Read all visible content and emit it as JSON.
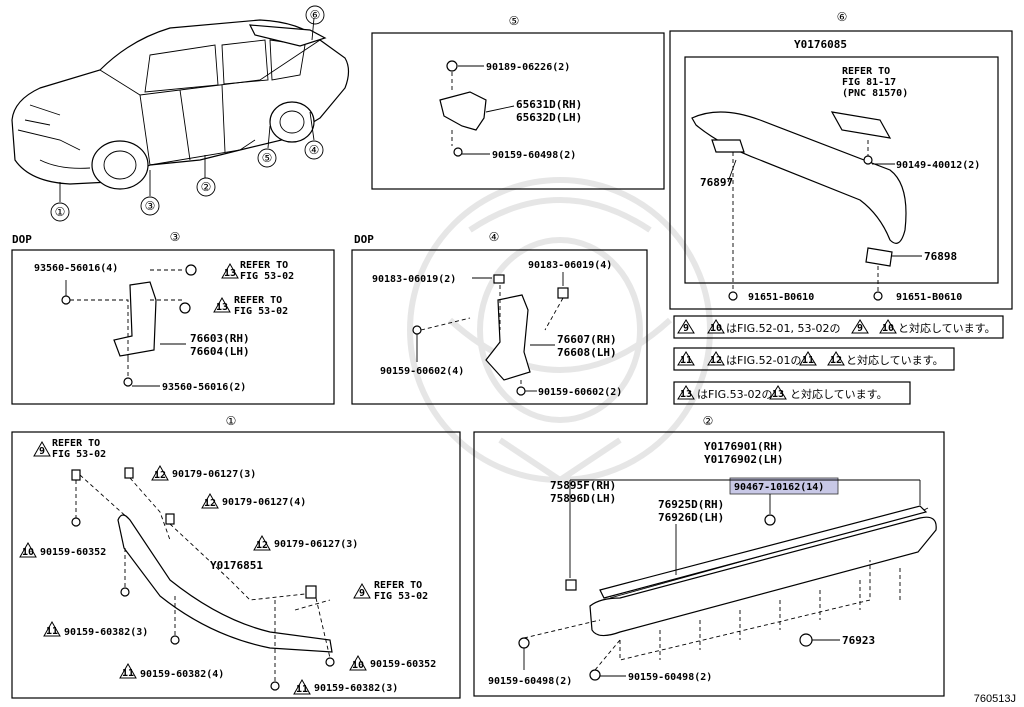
{
  "diagram_code": "760513J",
  "car_callouts": [
    "①",
    "②",
    "③",
    "④",
    "⑤",
    "⑥"
  ],
  "section1": {
    "num": "①",
    "labels": {
      "refer1_a": "REFER TO",
      "refer1_b": "FIG 53-02",
      "p90179a": "90179-06127(3)",
      "p90179b": "90179-06127(4)",
      "p90159a": "90159-60352",
      "p90179c": "90179-06127(3)",
      "pY": "Y0176851",
      "refer2_a": "REFER TO",
      "refer2_b": "FIG 53-02",
      "p90159b": "90159-60382(3)",
      "p90159c": "90159-60382(4)",
      "p90159d": "90159-60352",
      "p90159e": "90159-60382(3)"
    },
    "tri": {
      "t9a": "9",
      "t12a": "12",
      "t12b": "12",
      "t10a": "10",
      "t12c": "12",
      "t9b": "9",
      "t11a": "11",
      "t11b": "11",
      "t10b": "10",
      "t11c": "11"
    }
  },
  "section2": {
    "num": "②",
    "labels": {
      "y1": "Y0176901(RH)",
      "y2": "Y0176902(LH)",
      "hl": "90467-10162(14)",
      "p758a": "75895F(RH)",
      "p758b": "75896D(LH)",
      "p769a": "76925D(RH)",
      "p769b": "76926D(LH)",
      "p76923": "76923",
      "p9015a": "90159-60498(2)",
      "p9015b": "90159-60498(2)"
    }
  },
  "section3": {
    "dop": "DOP",
    "num": "③",
    "labels": {
      "p1": "93560-56016(4)",
      "r1a": "REFER TO",
      "r1b": "FIG 53-02",
      "r2a": "REFER TO",
      "r2b": "FIG 53-02",
      "rh": "76603(RH)",
      "lh": "76604(LH)",
      "p2": "93560-56016(2)"
    },
    "tri": {
      "a": "13",
      "b": "13"
    }
  },
  "section4": {
    "dop": "DOP",
    "num": "④",
    "labels": {
      "p1": "90183-06019(4)",
      "p2": "90183-06019(2)",
      "rh": "76607(RH)",
      "lh": "76608(LH)",
      "p3": "90159-60602(4)",
      "p4": "90159-60602(2)"
    }
  },
  "section5": {
    "num": "⑤",
    "labels": {
      "p1": "90189-06226(2)",
      "rh": "65631D(RH)",
      "lh": "65632D(LH)",
      "p2": "90159-60498(2)"
    }
  },
  "section6": {
    "num": "⑥",
    "labels": {
      "top": "Y0176085",
      "ra": "REFER TO",
      "rb": "FIG 81-17",
      "rc": "(PNC 81570)",
      "p1": "90149-40012(2)",
      "p2": "76897",
      "p3": "76898",
      "p4": "91651-B0610",
      "p5": "91651-B0610"
    }
  },
  "notes": [
    {
      "tris": [
        "9",
        "10"
      ],
      "text": "はFIG.52-01, 53-02の",
      "tris2": [
        "9",
        "10"
      ],
      "text2": "と対応しています。"
    },
    {
      "tris": [
        "11",
        "12"
      ],
      "text": "はFIG.52-01の",
      "tris2": [
        "11",
        "12"
      ],
      "text2": "と対応しています。"
    },
    {
      "tris": [
        "13"
      ],
      "text": "はFIG.53-02の",
      "tris2": [
        "13"
      ],
      "text2": "と対応しています。"
    }
  ],
  "highlight_color": "#c8c8e6"
}
